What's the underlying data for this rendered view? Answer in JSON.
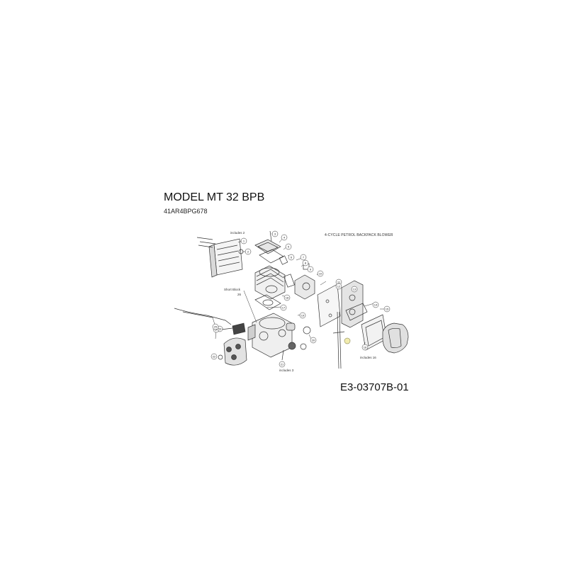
{
  "header": {
    "model": "MODEL MT 32 BPB",
    "code": "41AR4BPG678"
  },
  "diagram": {
    "product_type": "4-CYCLE PETROL BACKPACK BLOWER",
    "reference": "E3-03707B-01",
    "notes": {
      "includes_2": "includes 2",
      "short_block": "Short Block",
      "short_block_num": "26",
      "includes_3": "includes 3",
      "includes_16": "includes 16"
    },
    "callouts": [
      "1",
      "2",
      "3",
      "4",
      "5",
      "6",
      "7",
      "8",
      "9",
      "10",
      "11",
      "12",
      "13",
      "14",
      "15",
      "16",
      "17",
      "18",
      "19",
      "20",
      "21",
      "22",
      "23",
      "24",
      "25"
    ],
    "colors": {
      "line": "#333333",
      "highlight": "#f2ecae"
    }
  }
}
